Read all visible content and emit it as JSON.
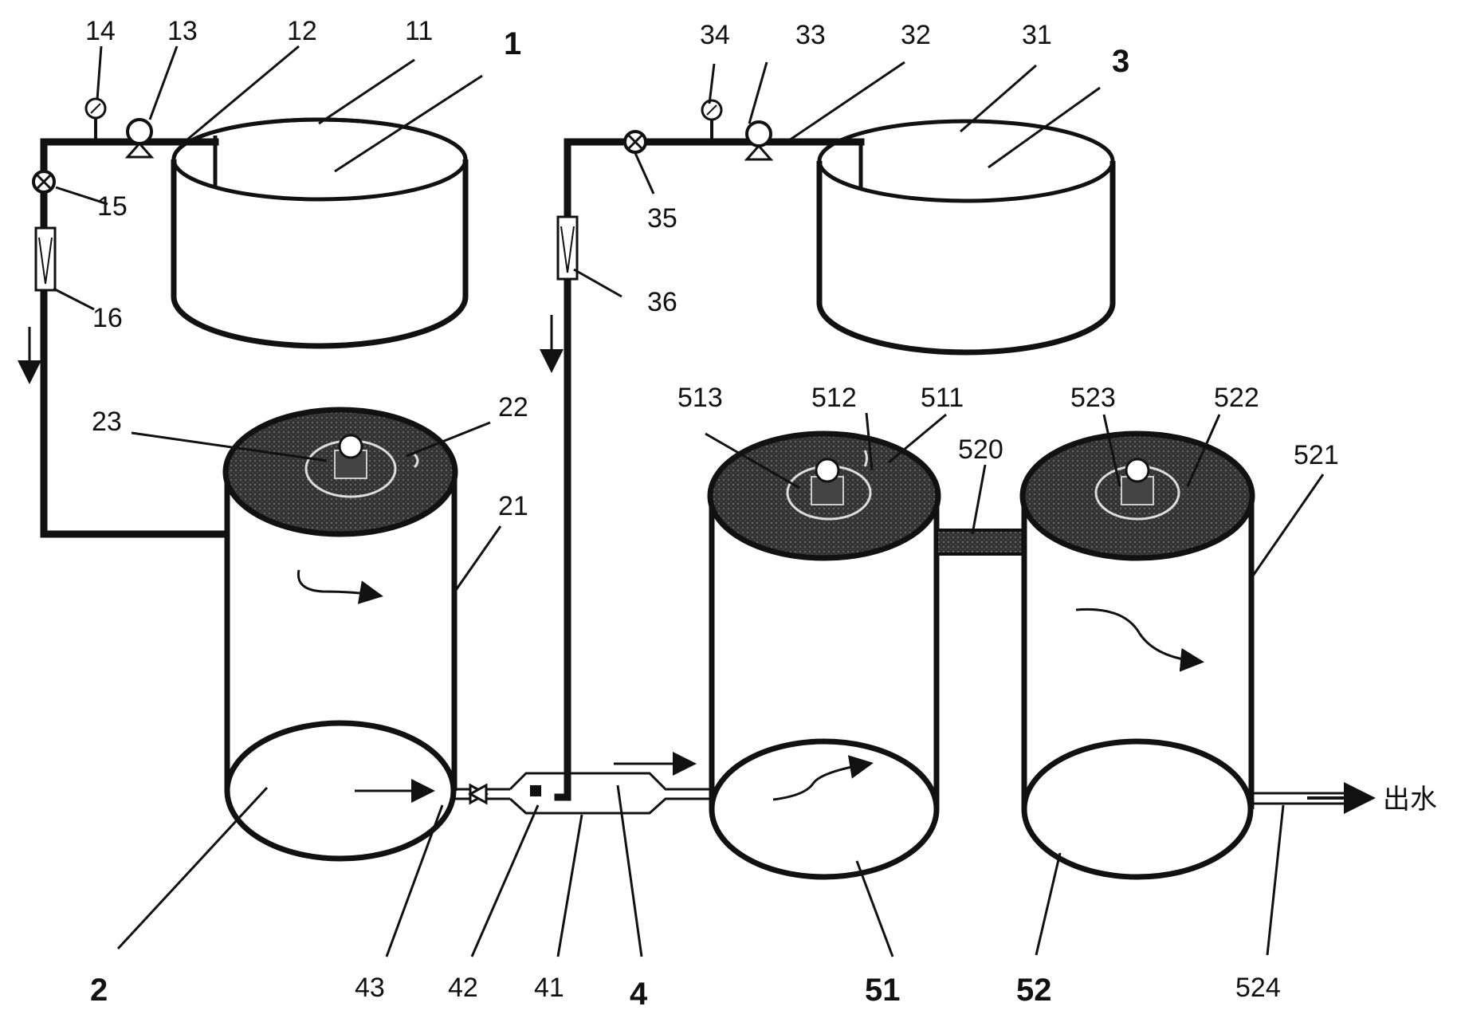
{
  "labels": {
    "l1": "1",
    "l2": "2",
    "l3": "3",
    "l4": "4",
    "l11": "11",
    "l12": "12",
    "l13": "13",
    "l14": "14",
    "l15": "15",
    "l16": "16",
    "l21": "21",
    "l22": "22",
    "l23": "23",
    "l31": "31",
    "l32": "32",
    "l33": "33",
    "l34": "34",
    "l35": "35",
    "l36": "36",
    "l41": "41",
    "l42": "42",
    "l43": "43",
    "l51": "51",
    "l52": "52",
    "l511": "511",
    "l512": "512",
    "l513": "513",
    "l520": "520",
    "l521": "521",
    "l522": "522",
    "l523": "523",
    "l524": "524",
    "outlet": "出水"
  }
}
